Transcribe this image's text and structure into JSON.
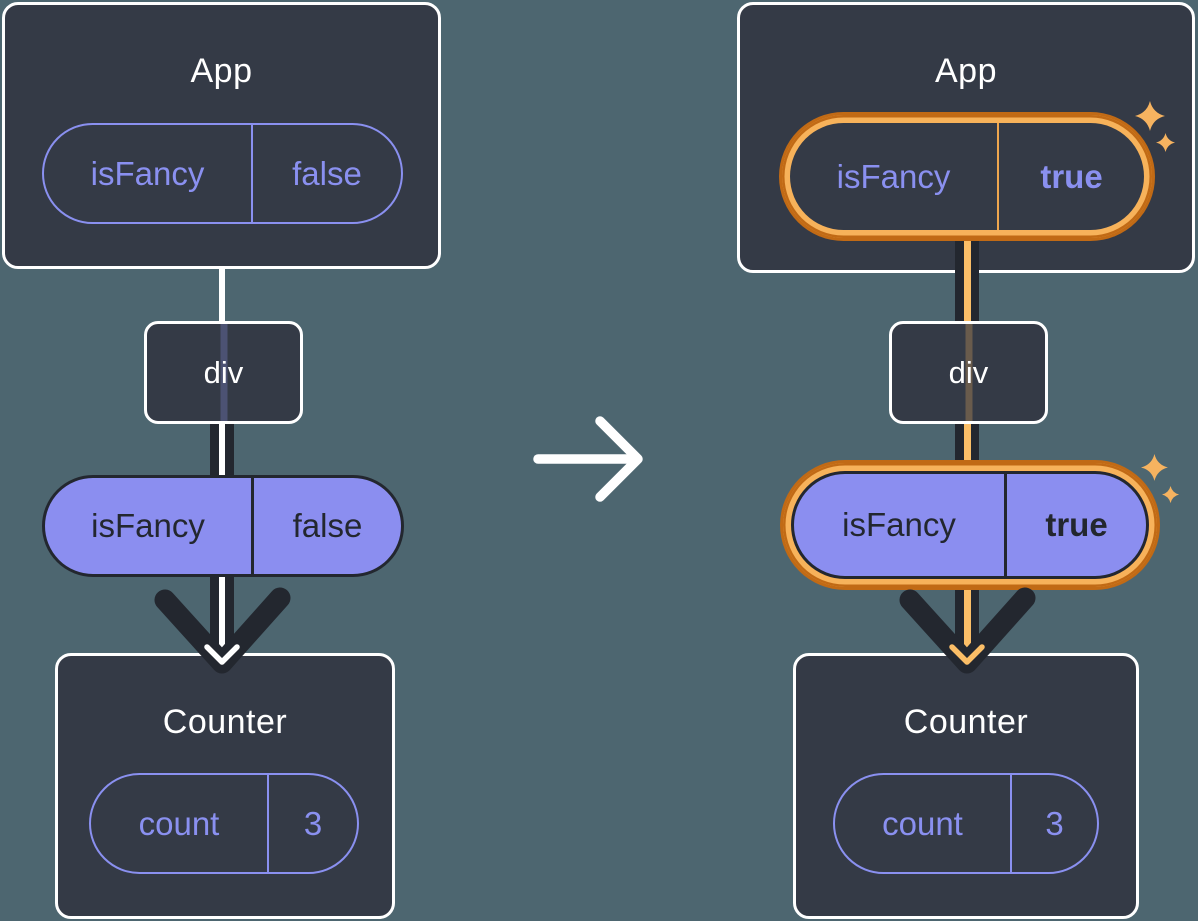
{
  "palette": {
    "background": "#4D6670",
    "card_bg": "#343A46",
    "card_border": "#FFFFFF",
    "ink_dark": "#23272F",
    "purple_stroke": "#8A90F0",
    "purple_fill": "#8B8EF0",
    "highlight_ring_light": "#F7B25A",
    "highlight_ring_dark": "#C16A15",
    "arrow_core_orange": "#FBBE67",
    "sparkle_orange": "#F6B360"
  },
  "center_arrow": {
    "icon": "right-arrow"
  },
  "left_tree": {
    "app": {
      "title": "App",
      "state_pill": {
        "key": "isFancy",
        "value": "false"
      }
    },
    "div_node": {
      "label": "div"
    },
    "prop_pill": {
      "key": "isFancy",
      "value": "false"
    },
    "counter": {
      "title": "Counter",
      "state_pill": {
        "key": "count",
        "value": "3"
      }
    }
  },
  "right_tree": {
    "app": {
      "title": "App",
      "state_pill": {
        "key": "isFancy",
        "value": "true"
      }
    },
    "div_node": {
      "label": "div"
    },
    "prop_pill": {
      "key": "isFancy",
      "value": "true"
    },
    "counter": {
      "title": "Counter",
      "state_pill": {
        "key": "count",
        "value": "3"
      }
    }
  }
}
